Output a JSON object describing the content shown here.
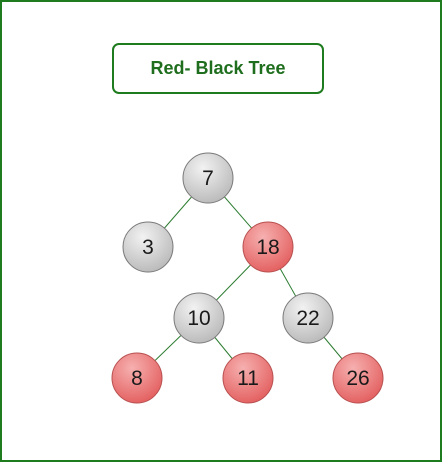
{
  "title": "Red- Black Tree",
  "colors": {
    "frame": "#1e7b1e",
    "title_text": "#1e6e1e",
    "edge": "#2e7d32",
    "red_fill_light": "#f6b0b0",
    "red_fill_dark": "#e35d5d",
    "black_fill_light": "#f2f2f2",
    "black_fill_dark": "#b8b8b8"
  },
  "tree": {
    "nodes": [
      {
        "id": "n7",
        "label": "7",
        "color": "black"
      },
      {
        "id": "n3",
        "label": "3",
        "color": "black"
      },
      {
        "id": "n18",
        "label": "18",
        "color": "red"
      },
      {
        "id": "n10",
        "label": "10",
        "color": "black"
      },
      {
        "id": "n22",
        "label": "22",
        "color": "black"
      },
      {
        "id": "n8",
        "label": "8",
        "color": "red"
      },
      {
        "id": "n11",
        "label": "11",
        "color": "red"
      },
      {
        "id": "n26",
        "label": "26",
        "color": "red"
      }
    ],
    "edges": [
      {
        "from": "n7",
        "to": "n3"
      },
      {
        "from": "n7",
        "to": "n18"
      },
      {
        "from": "n18",
        "to": "n10"
      },
      {
        "from": "n18",
        "to": "n22"
      },
      {
        "from": "n10",
        "to": "n8"
      },
      {
        "from": "n10",
        "to": "n11"
      },
      {
        "from": "n22",
        "to": "n26"
      }
    ]
  }
}
